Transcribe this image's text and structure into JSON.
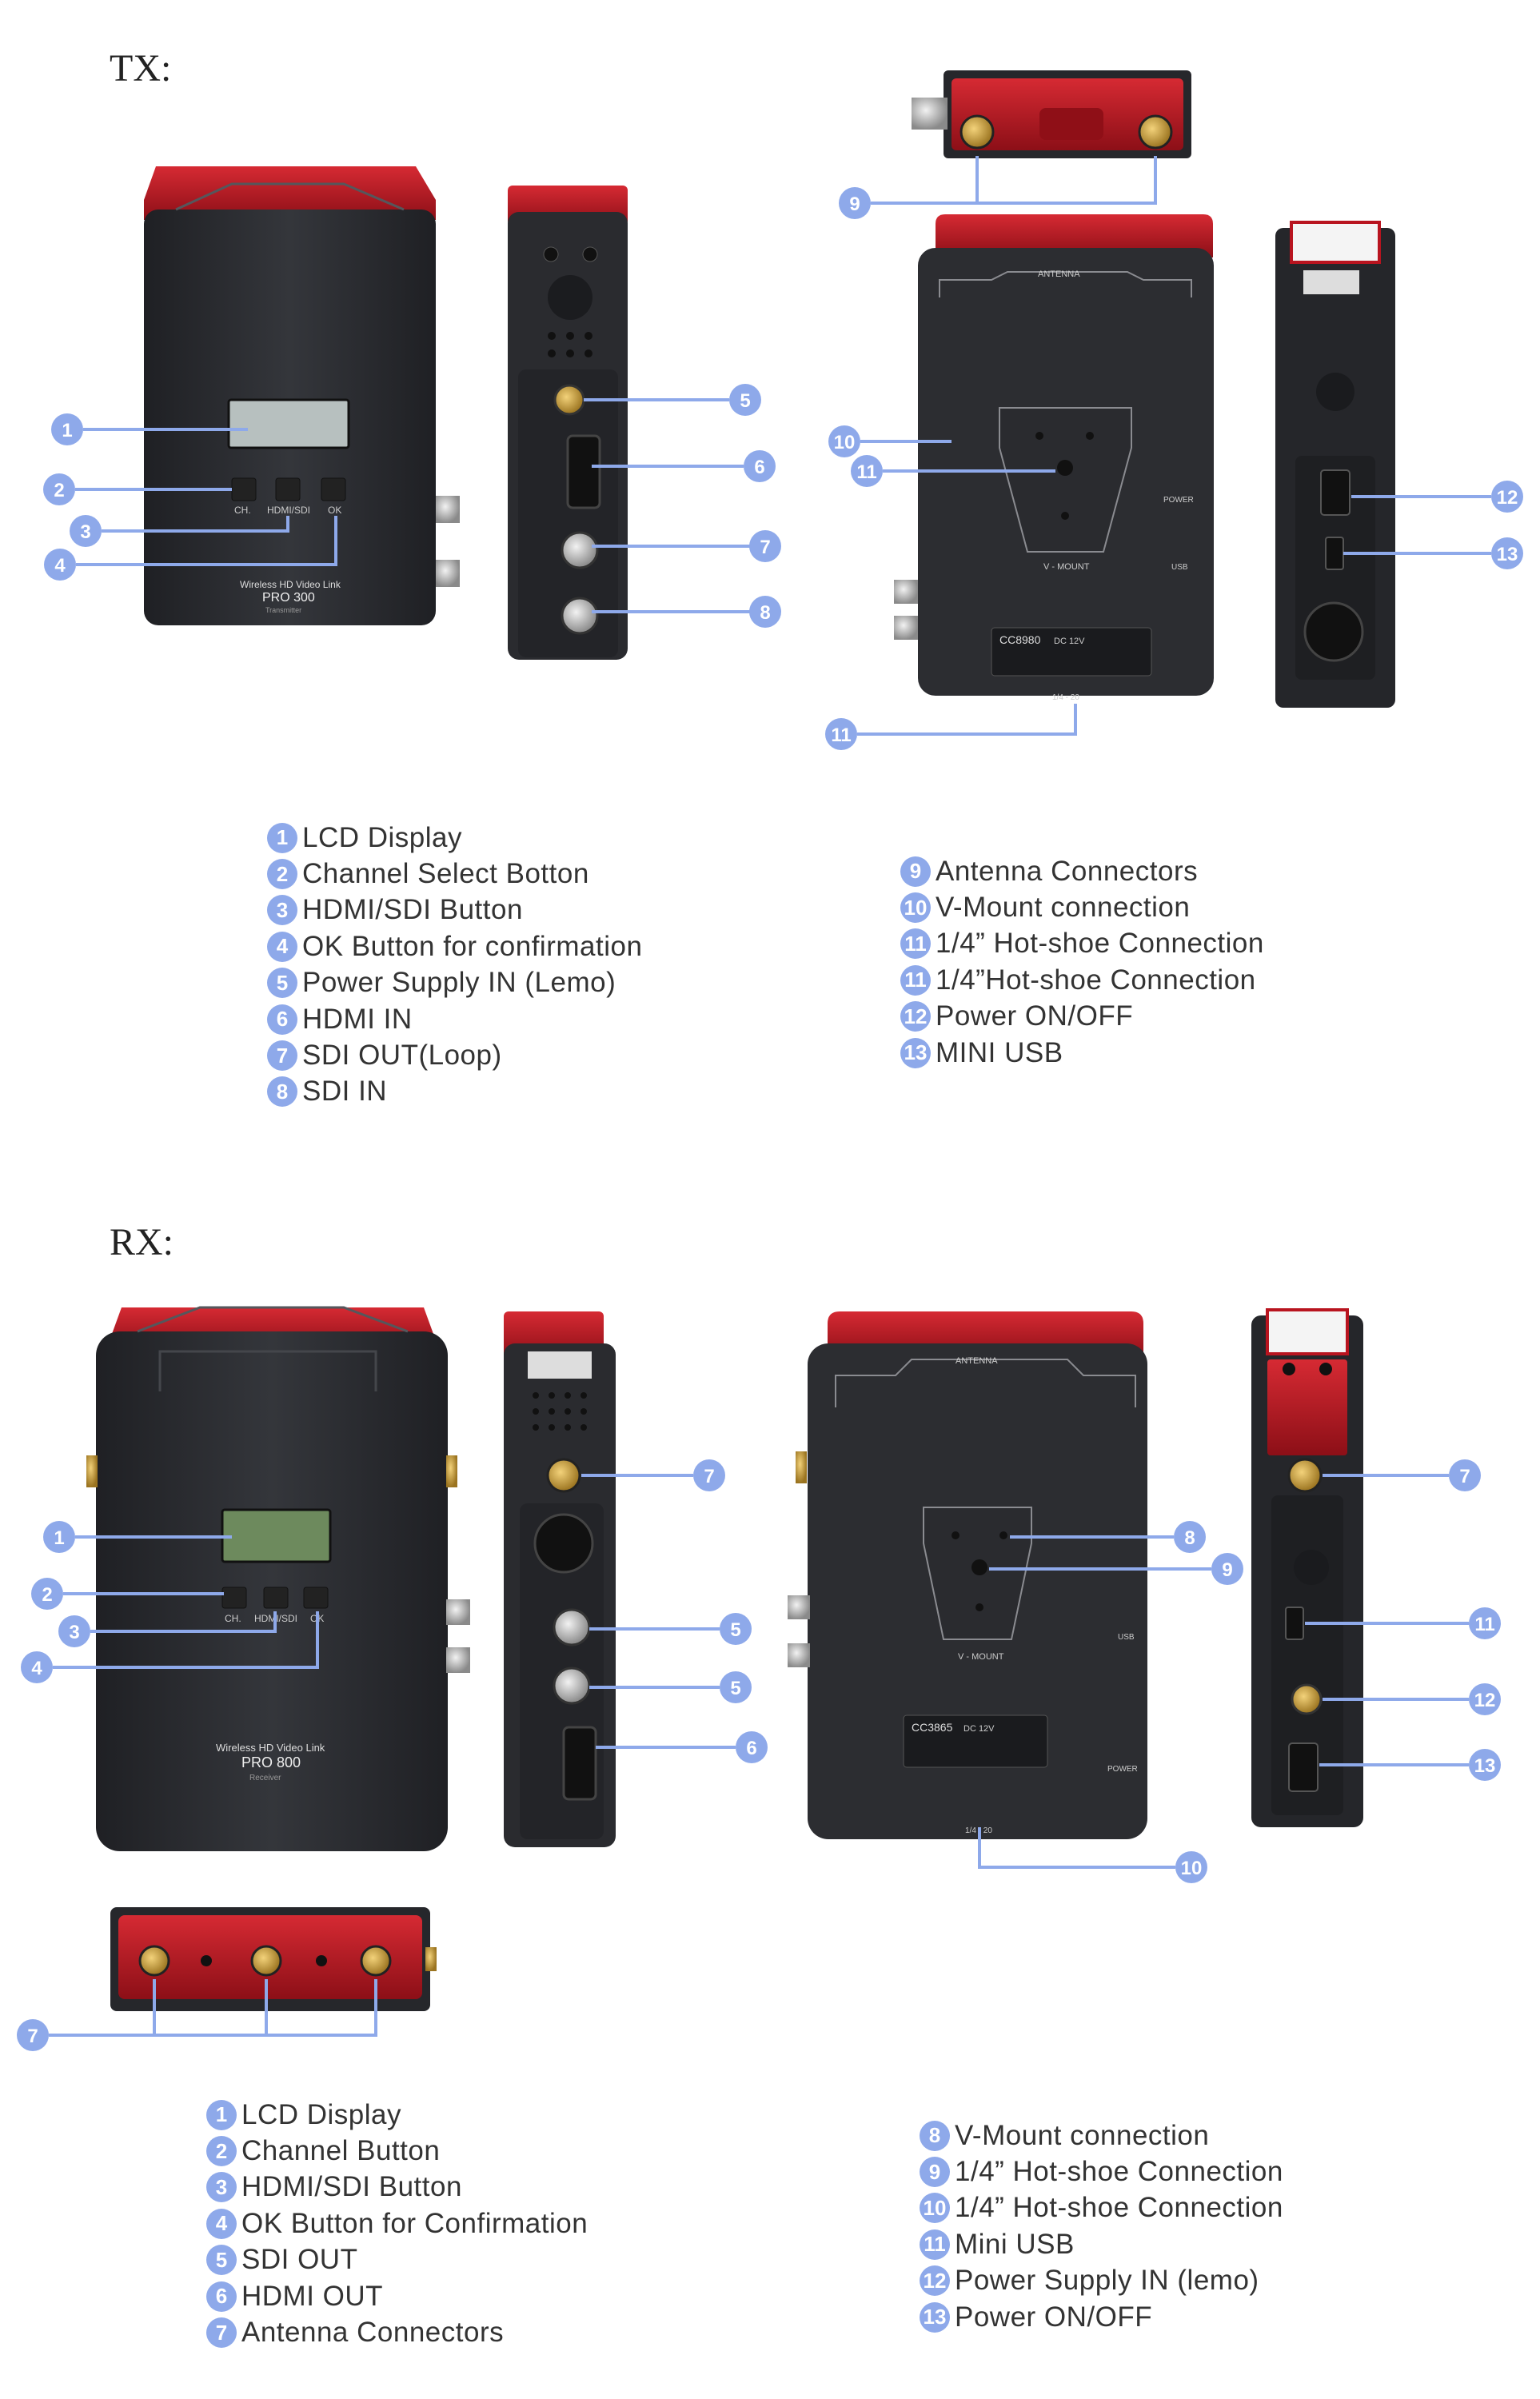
{
  "tx": {
    "title": "TX:",
    "device_labels": {
      "front_model": "PRO 300",
      "front_tagline": "Wireless HD Video Link",
      "front_role": "Transmitter",
      "btn_ch": "CH.",
      "btn_hdmi_sdi": "HDMI/SDI",
      "btn_ok": "OK",
      "back_top_label": "ANTENNA",
      "back_mount_label": "V - MOUNT",
      "back_bottom_label": "1/4 - 20",
      "back_model": "CC8980",
      "back_spec": "DC 12V",
      "back_power": "POWER",
      "back_usb": "USB"
    },
    "legend_left": [
      {
        "num": "1",
        "label": "LCD Display"
      },
      {
        "num": "2",
        "label": "Channel Select Botton"
      },
      {
        "num": "3",
        "label": "HDMI/SDI Button"
      },
      {
        "num": "4",
        "label": "OK Button for confirmation"
      },
      {
        "num": "5",
        "label": "Power Supply IN (Lemo)"
      },
      {
        "num": "6",
        "label": "HDMI IN"
      },
      {
        "num": "7",
        "label": "SDI OUT(Loop)"
      },
      {
        "num": "8",
        "label": "SDI IN"
      }
    ],
    "legend_right": [
      {
        "num": "9",
        "label": "Antenna Connectors"
      },
      {
        "num": "10",
        "label": "V-Mount connection"
      },
      {
        "num": "11",
        "label": "1/4” Hot-shoe Connection"
      },
      {
        "num": "11",
        "label": "1/4”Hot-shoe Connection"
      },
      {
        "num": "12",
        "label": "Power ON/OFF"
      },
      {
        "num": "13",
        "label": "MINI USB"
      }
    ]
  },
  "rx": {
    "title": "RX:",
    "device_labels": {
      "front_model": "PRO 800",
      "front_tagline": "Wireless HD Video Link",
      "front_role": "Receiver",
      "btn_ch": "CH.",
      "btn_hdmi_sdi": "HDMI/SDI",
      "btn_ok": "OK",
      "back_top_label": "ANTENNA",
      "back_mount_label": "V - MOUNT",
      "back_bottom_label": "1/4 - 20",
      "back_model": "CC3865",
      "back_spec": "DC 12V",
      "back_power": "POWER",
      "back_usb": "USB"
    },
    "legend_left": [
      {
        "num": "1",
        "label": "LCD Display"
      },
      {
        "num": "2",
        "label": "Channel Button"
      },
      {
        "num": "3",
        "label": "HDMI/SDI Button"
      },
      {
        "num": "4",
        "label": "OK Button for Confirmation"
      },
      {
        "num": "5",
        "label": "SDI OUT"
      },
      {
        "num": "6",
        "label": "HDMI OUT"
      },
      {
        "num": "7",
        "label": "Antenna Connectors"
      }
    ],
    "legend_right": [
      {
        "num": "8",
        "label": "V-Mount connection"
      },
      {
        "num": "9",
        "label": "1/4” Hot-shoe Connection"
      },
      {
        "num": "10",
        "label": "1/4” Hot-shoe Connection"
      },
      {
        "num": "11",
        "label": "Mini USB"
      },
      {
        "num": "12",
        "label": "Power Supply IN (lemo)"
      },
      {
        "num": "13",
        "label": "Power ON/OFF"
      }
    ]
  },
  "callout_color": "#8ea9ea",
  "device_red": "#b8141f",
  "device_dark": "#2b2c30"
}
